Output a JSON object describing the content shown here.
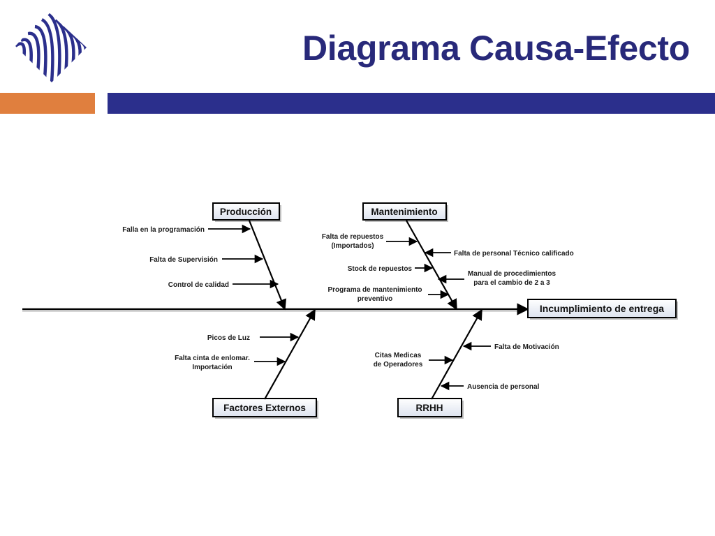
{
  "slide": {
    "title": "Diagrama Causa-Efecto",
    "colors": {
      "title": "#28297a",
      "orange_bar": "#e07f3e",
      "blue_bar": "#2b2f8c",
      "logo": "#2b2f8c"
    },
    "logo_icon": "striped-diamond-logo-icon"
  },
  "diagram": {
    "effect": "Incumplimiento de entrega",
    "categories": {
      "produccion": {
        "label": "Producción",
        "causes": [
          "Falla en la programación",
          "Falta de Supervisión",
          "Control de calidad"
        ]
      },
      "mantenimiento": {
        "label": "Mantenimiento",
        "causes": [
          "Falta de repuestos",
          "(Importados)",
          "Falta de personal Técnico calificado",
          "Stock de repuestos",
          "Manual de procedimientos",
          "para el cambio de 2 a 3",
          "Programa de mantenimiento",
          "preventivo"
        ]
      },
      "factores_externos": {
        "label": "Factores Externos",
        "causes": [
          "Picos de Luz",
          "Falta cinta de enlomar.",
          "Importación"
        ]
      },
      "rrhh": {
        "label": "RRHH",
        "causes": [
          "Falta de Motivación",
          "Citas Medicas",
          "de Operadores",
          "Ausencia de personal"
        ]
      }
    }
  }
}
